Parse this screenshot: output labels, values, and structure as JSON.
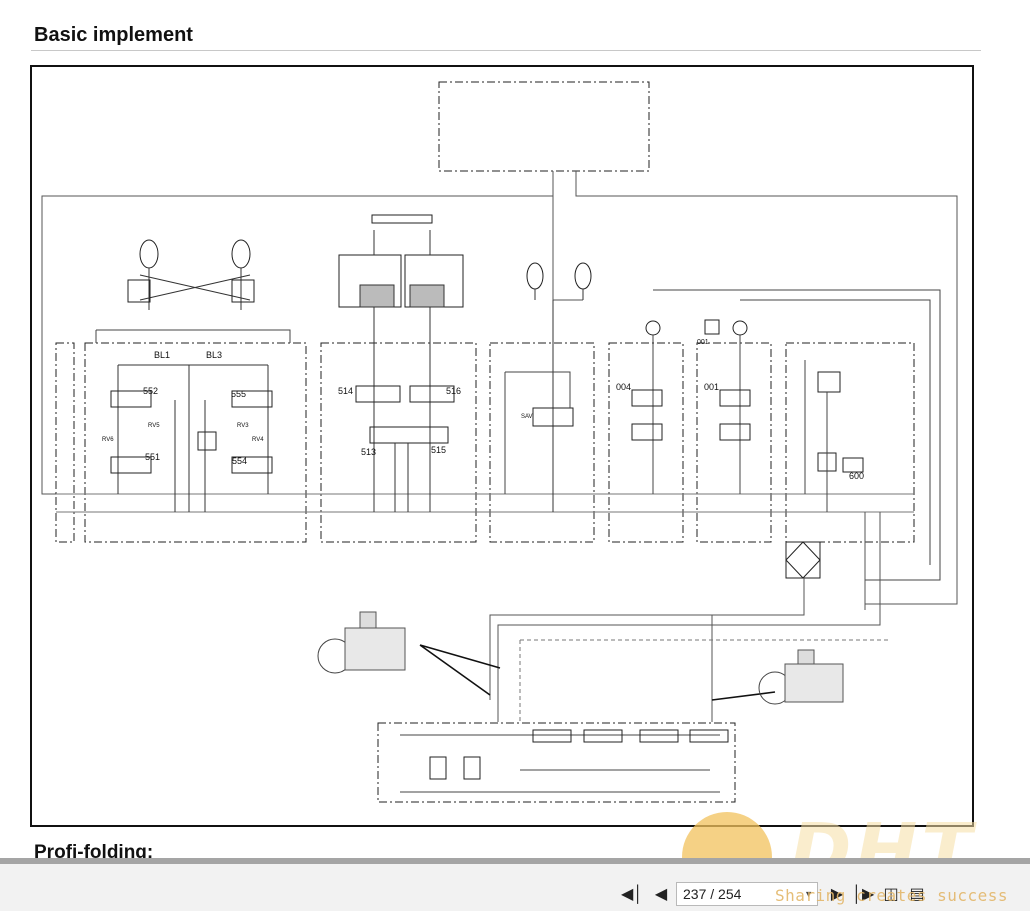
{
  "document": {
    "heading": "Basic implement",
    "next_heading": "Profi-folding:"
  },
  "diagram": {
    "valve_labels": [
      "BL1",
      "BL3",
      "552",
      "555",
      "RV6",
      "RV5",
      "RV3",
      "RV4",
      "551",
      "554",
      "514",
      "516",
      "513",
      "515",
      "SAV",
      "004",
      "001",
      "001",
      "600"
    ]
  },
  "viewer": {
    "page_indicator": "237 / 254",
    "first_page_icon": "first-page-icon",
    "prev_page_icon": "prev-page-icon",
    "next_page_icon": "next-page-icon",
    "last_page_icon": "last-page-icon"
  },
  "watermark": {
    "logo_text": "DHT",
    "tagline": "Sharing creates success"
  }
}
